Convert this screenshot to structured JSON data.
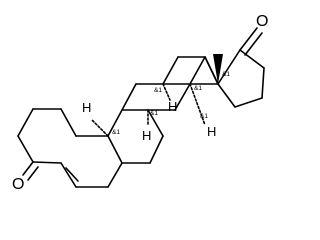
{
  "molecule": {
    "atoms": {
      "oxygen_ketone_ring_a": "O",
      "oxygen_ketone_ring_d": "O"
    },
    "stereo_labels": [
      "&1",
      "&1",
      "&1",
      "&1",
      "&1",
      "&1"
    ],
    "hydrogen_labels": [
      "H",
      "H",
      "H",
      "H"
    ]
  }
}
